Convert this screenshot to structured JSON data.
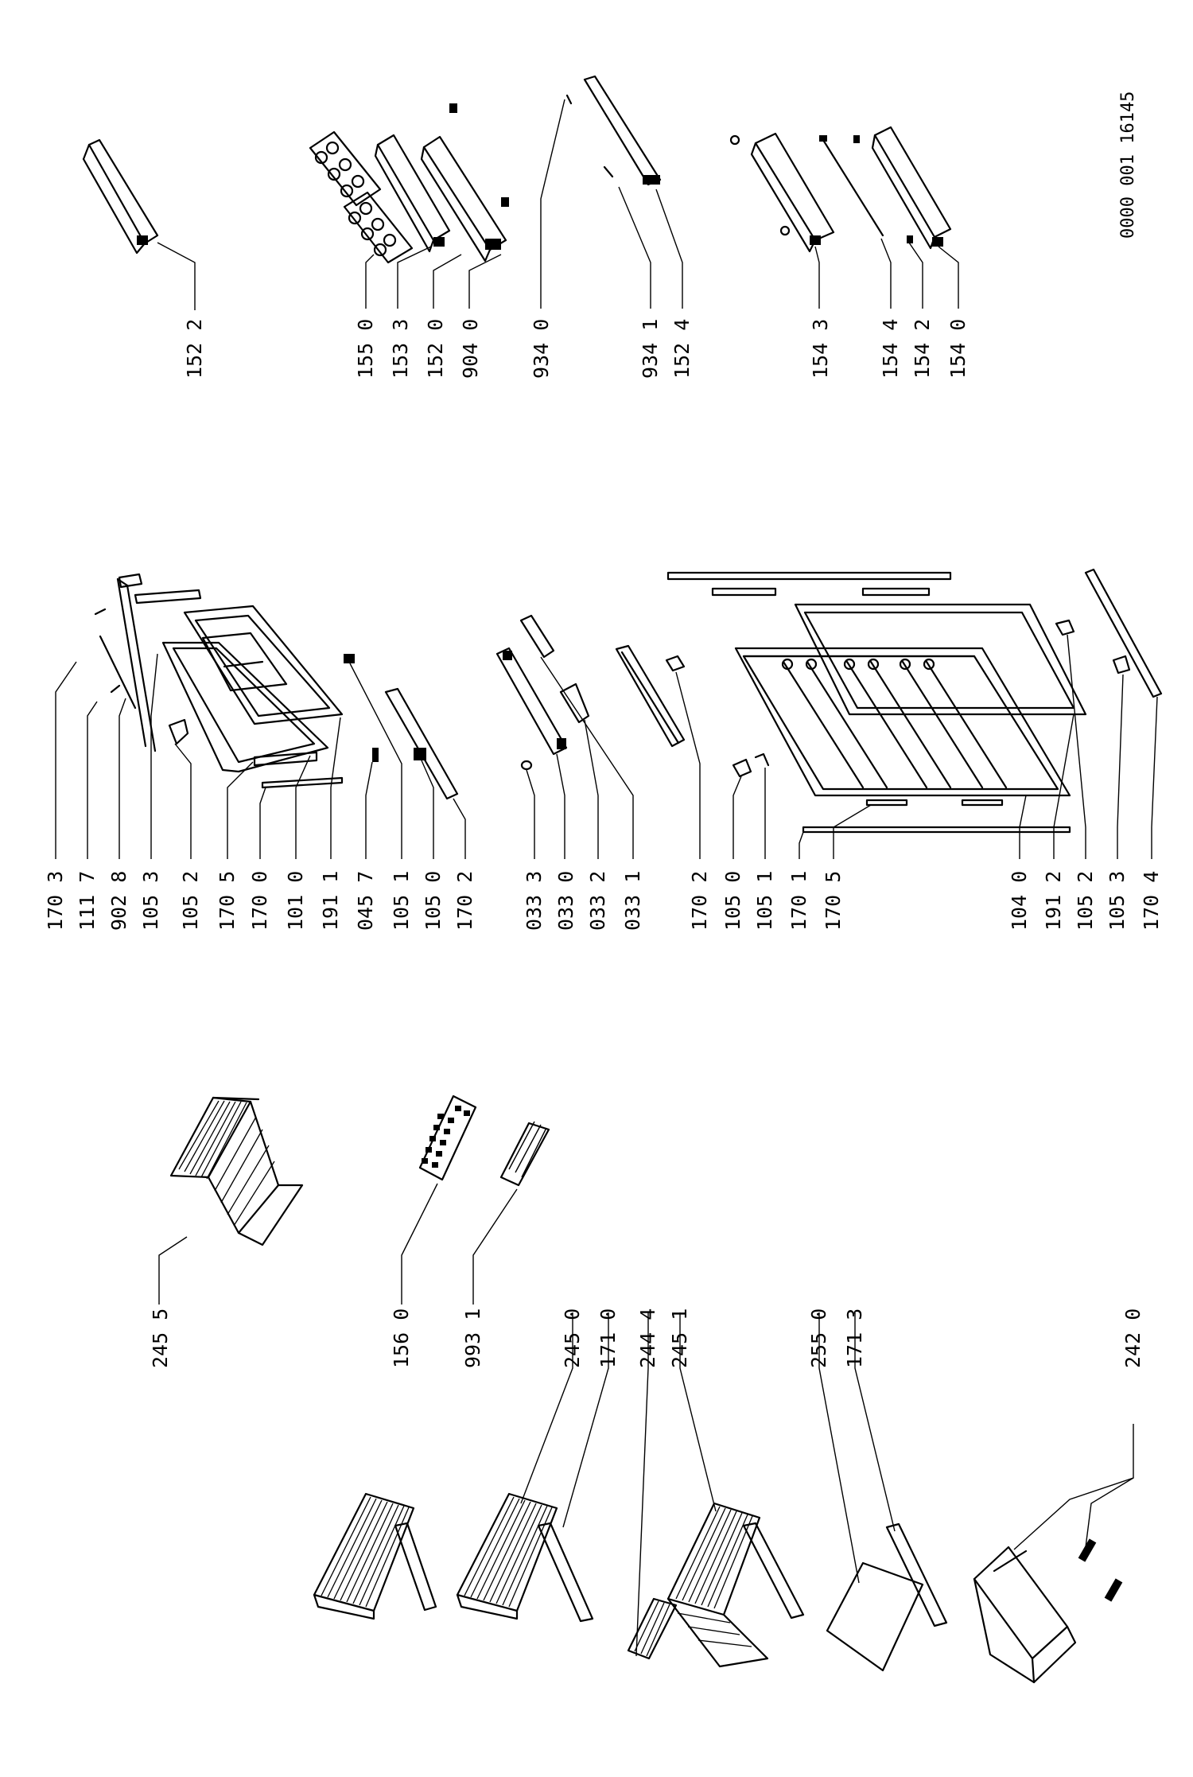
{
  "reference": {
    "drawing_number": "0000 001 16145"
  },
  "labels": {
    "l1522": "152 2",
    "l1550": "155 0",
    "l1533": "153 3",
    "l1520": "152 0",
    "l9040": "904 0",
    "l9340": "934 0",
    "l9341": "934 1",
    "l1524": "152 4",
    "l1543": "154 3",
    "l1544": "154 4",
    "l1542": "154 2",
    "l1540": "154 0",
    "l1703a": "170 3",
    "l1117": "111 7",
    "l9028": "902 8",
    "l1053a": "105 3",
    "l1052a": "105 2",
    "l1705a": "170 5",
    "l1700": "170 0",
    "l1010": "101 0",
    "l1911": "191 1",
    "l0457": "045 7",
    "l1051a": "105 1",
    "l1050a": "105 0",
    "l1702a": "170 2",
    "l0333": "033 3",
    "l0330": "033 0",
    "l0332": "033 2",
    "l0331": "033 1",
    "l1702b": "170 2",
    "l1050b": "105 0",
    "l1051b": "105 1",
    "l1701": "170 1",
    "l1705b": "170 5",
    "l1040": "104 0",
    "l1912": "191 2",
    "l1052b": "105 2",
    "l1053b": "105 3",
    "l1704": "170 4",
    "l2455": "245 5",
    "l1560": "156 0",
    "l9931": "993 1",
    "l2450": "245 0",
    "l1710": "171 0",
    "l2444": "244 4",
    "l2451": "245 1",
    "l2550": "255 0",
    "l1713": "171 3",
    "l2420": "242 0"
  }
}
